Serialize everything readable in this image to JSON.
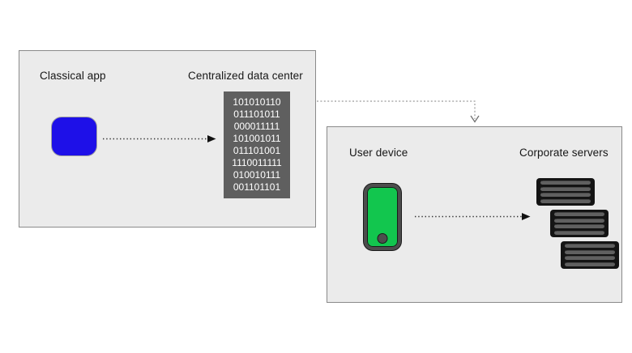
{
  "left_panel": {
    "app_label": "Classical app",
    "datacenter_label": "Centralized data center",
    "binary_rows": [
      "101010110",
      "011101011",
      "000011111",
      "101001011",
      "011101001",
      "1110011111",
      "010010111",
      "001101101"
    ]
  },
  "right_panel": {
    "device_label": "User device",
    "servers_label": "Corporate servers"
  },
  "colors": {
    "app_blue": "#1e10e8",
    "device_green": "#12c64e",
    "panel_background": "#ebebeb",
    "panel_border": "#8a8a8a",
    "binary_block_background": "#5f5f5f",
    "binary_text": "#ffffff",
    "server_body": "#141414",
    "server_slat": "#606060"
  }
}
